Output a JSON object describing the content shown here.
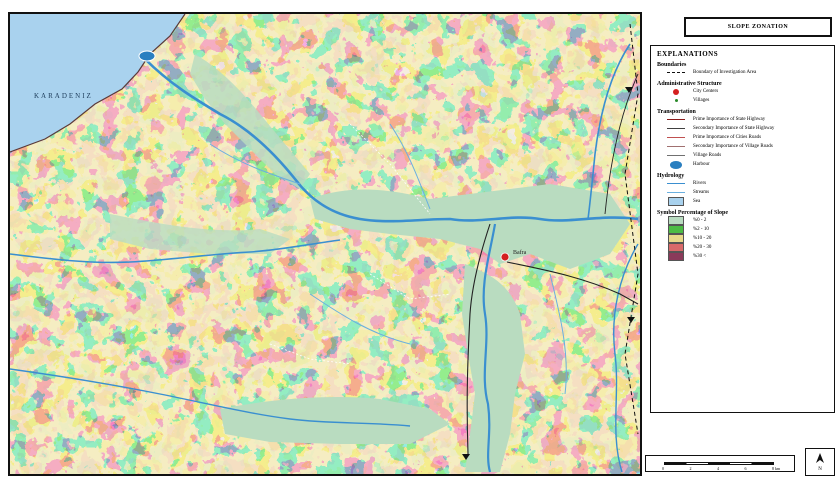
{
  "title": "SLOPE ZONATION",
  "sea_label": "KARADENIZ",
  "map_labels": {
    "center": "Bafra"
  },
  "legend": {
    "heading": "EXPLANATIONS",
    "sections": [
      {
        "title": "Boundaries",
        "items": [
          {
            "label": "Boundary of Investigation Area",
            "symbol": "dashed-line",
            "color": "#111111"
          }
        ]
      },
      {
        "title": "Administrative Structure",
        "items": [
          {
            "label": "City Centers",
            "symbol": "red-dot",
            "color": "#d42020"
          },
          {
            "label": "Villages",
            "symbol": "small-dot",
            "color": "#2a8a2a"
          }
        ]
      },
      {
        "title": "Transportation",
        "items": [
          {
            "label": "Prime Importance of State Highway",
            "symbol": "line",
            "color": "#8b1a1a"
          },
          {
            "label": "Secondary Importance of State Highway",
            "symbol": "line",
            "color": "#404040"
          },
          {
            "label": "Prime Importance of Cities Roads",
            "symbol": "line",
            "color": "#c05050"
          },
          {
            "label": "Secondary Importance of Village Roads",
            "symbol": "line",
            "color": "#a07070"
          },
          {
            "label": "Village Roads",
            "symbol": "thin-line",
            "color": "#707070"
          },
          {
            "label": "Harbour",
            "symbol": "harbour-icon",
            "color": "#2a7fc0"
          }
        ]
      },
      {
        "title": "Hydrology",
        "items": [
          {
            "label": "Rivers",
            "symbol": "line",
            "color": "#3a8fd0"
          },
          {
            "label": "Streams",
            "symbol": "thin-line",
            "color": "#6ab0e0"
          },
          {
            "label": "Sea",
            "symbol": "swatch",
            "color": "#a9d2ee"
          }
        ]
      },
      {
        "title": "Symbol   Percentage of Slope",
        "items": [
          {
            "label": "%0 - 2",
            "symbol": "swatch",
            "color": "#b9dcc0"
          },
          {
            "label": "%2 - 10",
            "symbol": "swatch",
            "color": "#4cbc44"
          },
          {
            "label": "%10 - 20",
            "symbol": "swatch",
            "color": "#e8d98a"
          },
          {
            "label": "%20 - 30",
            "symbol": "swatch",
            "color": "#d96a6a"
          },
          {
            "label": "%30 <",
            "symbol": "swatch",
            "color": "#8a3a5a"
          }
        ]
      }
    ]
  },
  "scale": {
    "labels": [
      "0",
      "2",
      "4",
      "6",
      "8 km"
    ]
  },
  "north": "N"
}
